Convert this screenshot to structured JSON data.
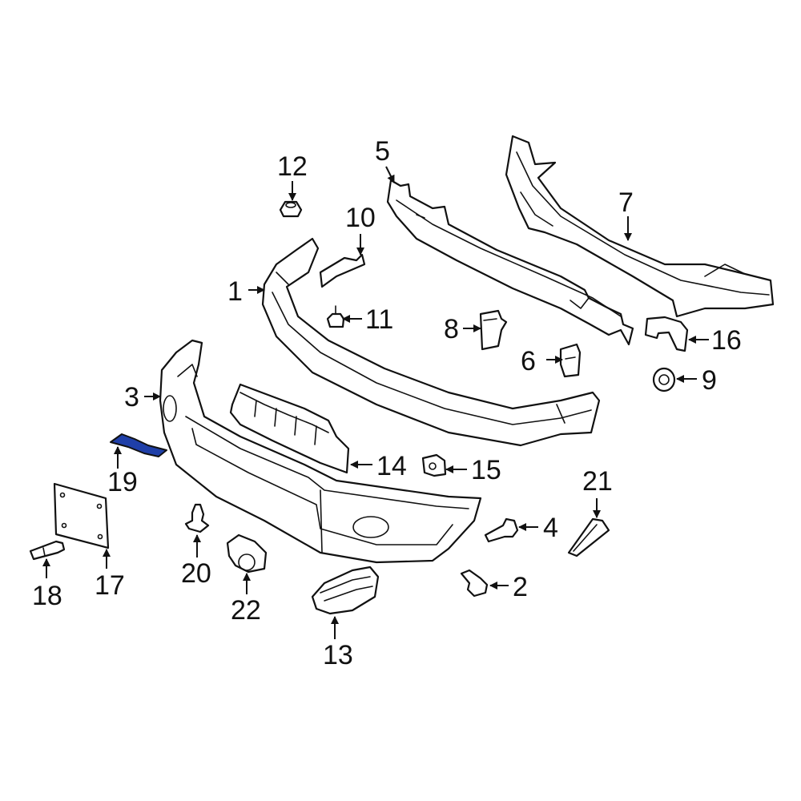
{
  "diagram": {
    "highlight_color": "#1f3fa8",
    "line_color": "#111111",
    "highlighted_part": "19"
  },
  "callouts": {
    "c1": "1",
    "c2": "2",
    "c3": "3",
    "c4": "4",
    "c5": "5",
    "c6": "6",
    "c7": "7",
    "c8": "8",
    "c9": "9",
    "c10": "10",
    "c11": "11",
    "c12": "12",
    "c13": "13",
    "c14": "14",
    "c15": "15",
    "c16": "16",
    "c17": "17",
    "c18": "18",
    "c19": "19",
    "c20": "20",
    "c21": "21",
    "c22": "22"
  }
}
